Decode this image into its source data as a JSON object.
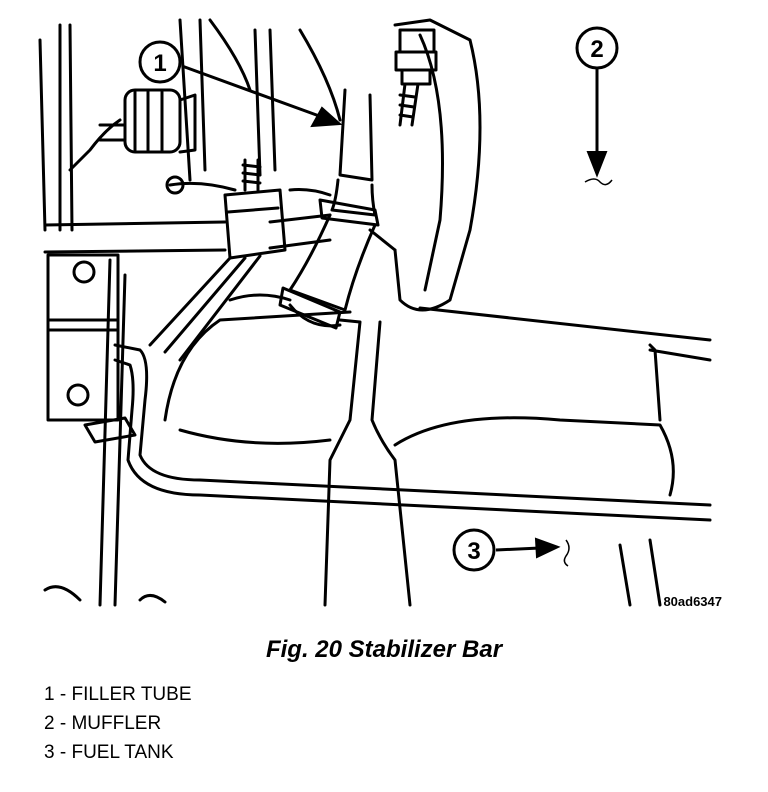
{
  "figure": {
    "callouts": [
      "1",
      "2",
      "3"
    ],
    "reference_code": "80ad6347"
  },
  "caption": "Fig. 20 Stabilizer Bar",
  "legend": [
    {
      "number": "1",
      "separator": " - ",
      "label": "FILLER TUBE"
    },
    {
      "number": "2",
      "separator": " - ",
      "label": "MUFFLER"
    },
    {
      "number": "3",
      "separator": " - ",
      "label": "FUEL TANK"
    }
  ]
}
